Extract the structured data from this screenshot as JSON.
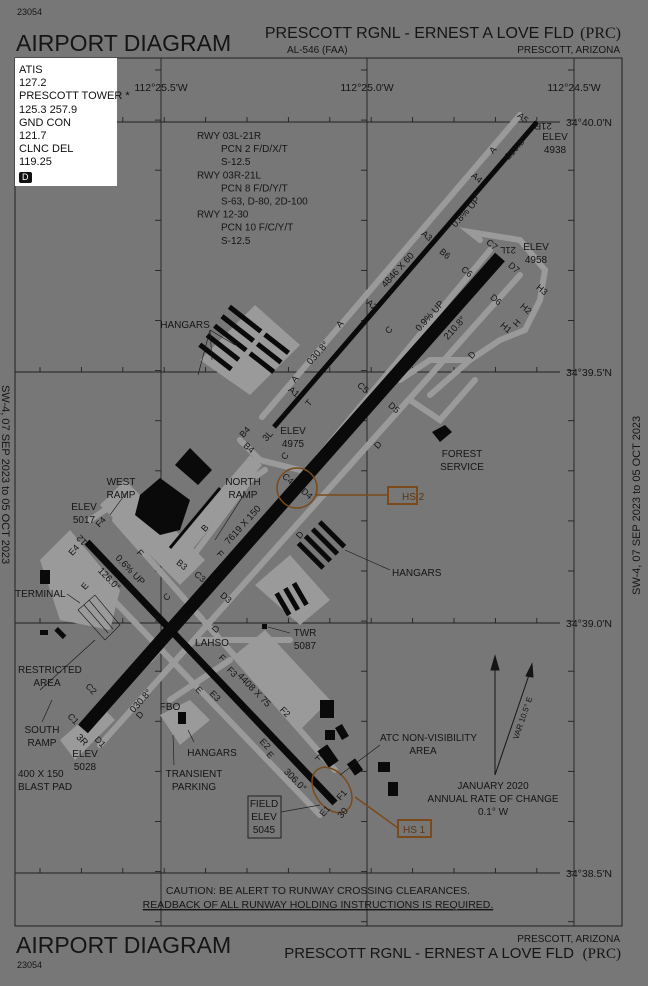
{
  "header": {
    "chart_number": "23054",
    "chart_title": "AIRPORT DIAGRAM",
    "airport_name": "PRESCOTT RGNL - ERNEST A LOVE FLD",
    "airport_id": "(PRC)",
    "procedure_id": "AL-546 (FAA)",
    "city_state": "PRESCOTT, ARIZONA"
  },
  "footer": {
    "chart_title": "AIRPORT DIAGRAM",
    "chart_number": "23054",
    "city_state": "PRESCOTT, ARIZONA",
    "airport_name": "PRESCOTT RGNL - ERNEST A LOVE FLD",
    "airport_id": "(PRC)"
  },
  "effective_dates": "SW-4,  07 SEP 2023  to  05 OCT 2023",
  "frequencies": [
    "ATIS",
    "127.2",
    "PRESCOTT TOWER *",
    "125.3  257.9",
    "GND CON",
    "121.7",
    "CLNC DEL",
    "119.25"
  ],
  "freq_badge": "D",
  "longitudes": [
    "112°25.5'W",
    "112°25.0'W",
    "112°24.5'W"
  ],
  "latitudes": [
    "34°40.0'N",
    "34°39.5'N",
    "34°39.0'N",
    "34°38.5'N"
  ],
  "runway_info": [
    "RWY 03L-21R",
    "PCN 2 F/D/X/T",
    "S-12.5",
    "RWY 03R-21L",
    "PCN 8 F/D/Y/T",
    "S-63, D-80, 2D-100",
    "RWY 12-30",
    "PCN 10 F/C/Y/T",
    "S-12.5"
  ],
  "runway_labels": [
    "7619 X 150",
    "4846 X 60",
    "4408 X 75",
    "0.8% UP",
    "0.9% UP",
    "0.6% UP",
    "210.8°",
    "210.8°",
    "030.8°",
    "030.8°",
    "126.0°",
    "306.0°",
    "21R",
    "3L",
    "21L",
    "3R",
    "12",
    "30"
  ],
  "taxiway_labels": [
    "A5",
    "A",
    "A4",
    "A3",
    "B6",
    "A2",
    "A",
    "A1",
    "A",
    "T",
    "B4",
    "B4",
    "C",
    "C7",
    "D7",
    "C6",
    "D6",
    "H3",
    "H2",
    "H",
    "H1",
    "C",
    "D",
    "C5",
    "D5",
    "D",
    "C4",
    "D4",
    "B",
    "B3",
    "C3",
    "C",
    "D3",
    "D",
    "F4",
    "E4",
    "E",
    "F",
    "F",
    "D",
    "F",
    "F3",
    "E",
    "E3",
    "F2",
    "E2",
    "E",
    "F",
    "F1",
    "E1",
    "C2",
    "C1",
    "D1",
    "D"
  ],
  "area_labels": [
    "HANGARS",
    "WEST",
    "RAMP",
    "NORTH",
    "RAMP",
    "ELEV",
    "5017",
    "TERMINAL",
    "RESTRICTED",
    "AREA",
    "SOUTH",
    "RAMP",
    "ELEV",
    "5028",
    "400 X 150",
    "BLAST PAD",
    "FBO",
    "HANGARS",
    "TRANSIENT",
    "PARKING",
    "TWR",
    "5087",
    "FOREST",
    "SERVICE",
    "HANGARS",
    "ATC NON-VISIBILITY",
    "AREA",
    "ELEV",
    "4938",
    "ELEV",
    "4958",
    "ELEV",
    "4975",
    "LAHSO"
  ],
  "field_elev": [
    "FIELD",
    "ELEV",
    "5045"
  ],
  "hot_spots": [
    "HS 1",
    "HS 2"
  ],
  "magnetic": {
    "variation": "VAR 10.5° E",
    "lines": [
      "JANUARY 2020",
      "ANNUAL RATE OF CHANGE",
      "0.1° W"
    ]
  },
  "caution": [
    "CAUTION: BE ALERT TO RUNWAY CROSSING CLEARANCES.",
    "READBACK OF ALL RUNWAY HOLDING INSTRUCTIONS IS REQUIRED."
  ],
  "colors": {
    "background": "#777777",
    "pavement": "#999999",
    "runway": "#0a0a0a",
    "hot_spot": "#7a4a1a"
  }
}
